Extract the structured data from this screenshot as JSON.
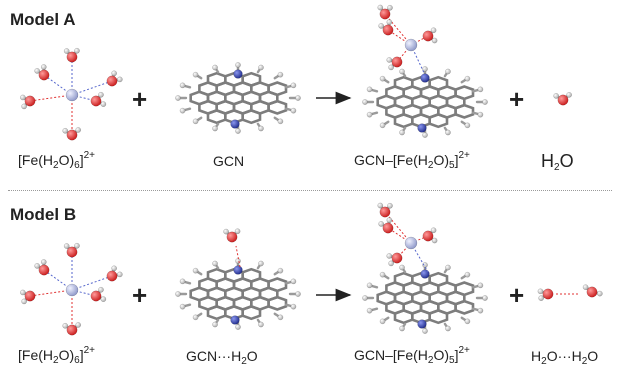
{
  "model_a": {
    "title": "Model A",
    "operators": {
      "plus1": "+",
      "plus2": "+"
    },
    "labels": {
      "reactant1": {
        "pre": "[Fe(H",
        "sub": "2",
        "post": "O)",
        "sub2": "6",
        "post2": "]",
        "sup": "2+"
      },
      "reactant2": {
        "text": "GCN"
      },
      "product1": {
        "pre": "GCN–[Fe(H",
        "sub": "2",
        "post": "O)",
        "sub2": "5",
        "post2": "]",
        "sup": "2+"
      },
      "product2": {
        "pre": "H",
        "sub": "2",
        "post": "O"
      }
    }
  },
  "model_b": {
    "title": "Model B",
    "operators": {
      "plus1": "+",
      "plus2": "+"
    },
    "labels": {
      "reactant1": {
        "pre": "[Fe(H",
        "sub": "2",
        "post": "O)",
        "sub2": "6",
        "post2": "]",
        "sup": "2+"
      },
      "reactant2": {
        "pre": "GCN···H",
        "sub": "2",
        "post": "O"
      },
      "product1": {
        "pre": "GCN–[Fe(H",
        "sub": "2",
        "post": "O)",
        "sub2": "5",
        "post2": "]",
        "sup": "2+"
      },
      "product2": {
        "pre": "H",
        "sub": "2",
        "post": "O···H",
        "sub2": "2",
        "post2": "O"
      }
    }
  },
  "colors": {
    "carbon": "#8a8a8a",
    "nitrogen": "#3344aa",
    "oxygen": "#e03030",
    "hydrogen": "#e8e8e8",
    "iron": "#aab4dd",
    "bond_dash_red": "#e03030",
    "bond_dash_blue": "#5566cc"
  }
}
